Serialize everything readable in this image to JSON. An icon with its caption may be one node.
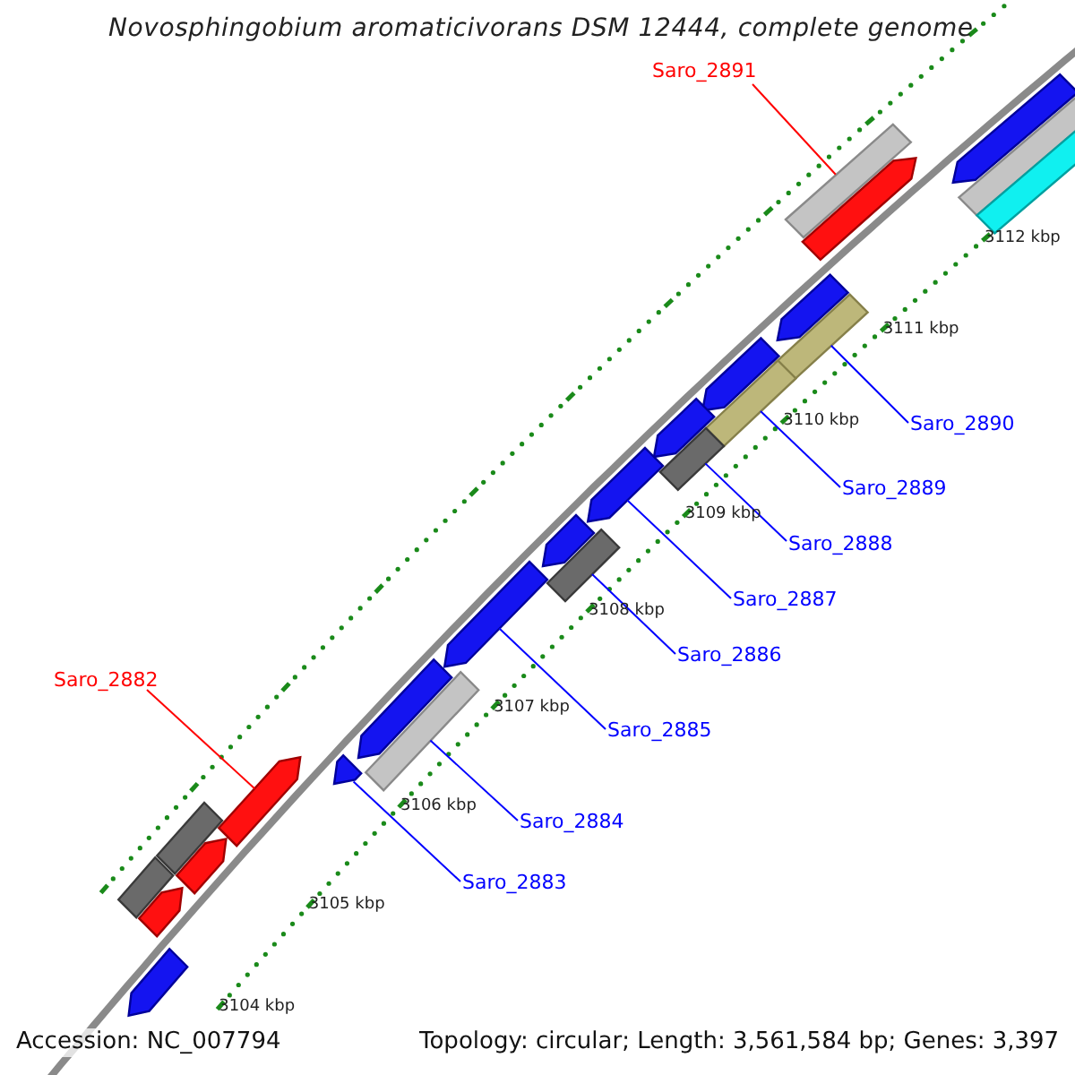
{
  "diagram": {
    "title": "Novosphingobium aromaticivorans DSM 12444, complete genome",
    "nodes": [
      {
        "text": [
          "Saro_2891"
        ]
      },
      {
        "text": [
          "Saro_2890"
        ]
      },
      {
        "text": [
          "Saro_2889"
        ]
      },
      {
        "text": [
          "Saro_2888"
        ]
      },
      {
        "text": [
          "Saro_2887"
        ]
      },
      {
        "text": [
          "Saro_2886"
        ]
      },
      {
        "text": [
          "Saro_2882"
        ]
      },
      {
        "text": [
          "Saro_2885"
        ]
      },
      {
        "text": [
          "Saro_2884"
        ]
      },
      {
        "text": [
          "Saro_2883"
        ]
      },
      {
        "text": [],
        "shape": "arrow"
      },
      {
        "text": [],
        "shape": "bar"
      },
      {
        "text": [],
        "shape": "bar"
      },
      {
        "text": [],
        "shape": "bar"
      },
      {
        "text": [],
        "shape": "arrow"
      },
      {
        "text": [],
        "shape": "arrow"
      },
      {
        "text": [],
        "shape": "bar"
      },
      {
        "text": [],
        "shape": "arrow"
      },
      {
        "text": [],
        "shape": "bar"
      },
      {
        "text": [],
        "shape": "arrow"
      },
      {
        "text": [],
        "shape": "bar"
      },
      {
        "text": [],
        "shape": "arrow"
      },
      {
        "text": [],
        "shape": "arrow"
      },
      {
        "text": [],
        "shape": "bar"
      },
      {
        "text": [],
        "shape": "arrow"
      },
      {
        "text": [],
        "shape": "arrow"
      },
      {
        "text": [],
        "shape": "bar"
      },
      {
        "text": [],
        "shape": "arrow"
      },
      {
        "text": [],
        "shape": "arrow"
      },
      {
        "text": [],
        "shape": "bar"
      },
      {
        "text": [],
        "shape": "arrow"
      },
      {
        "text": [],
        "shape": "bar"
      },
      {
        "text": [],
        "shape": "arrow"
      },
      {
        "text": [],
        "shape": "arrow"
      }
    ],
    "edges": [
      {
        "from": 0,
        "to": 13,
        "arrow": "none",
        "color": "#ff0000"
      },
      {
        "from": 1,
        "to": 16,
        "arrow": "none"
      },
      {
        "from": 2,
        "to": 18,
        "arrow": "none"
      },
      {
        "from": 3,
        "to": 20,
        "arrow": "none"
      },
      {
        "from": 4,
        "to": 21,
        "arrow": "none"
      },
      {
        "from": 5,
        "to": 23,
        "arrow": "none"
      },
      {
        "from": 6,
        "to": 28,
        "arrow": "none",
        "color": "#ff0000"
      },
      {
        "from": 7,
        "to": 24,
        "arrow": "none"
      },
      {
        "from": 8,
        "to": 26,
        "arrow": "none"
      },
      {
        "from": 9,
        "to": 27,
        "arrow": "none"
      }
    ],
    "labels": [
      "3112 kbp",
      "3111 kbp",
      "3110 kbp",
      "3109 kbp",
      "3108 kbp",
      "3107 kbp",
      "3106 kbp",
      "3105 kbp",
      "3104 kbp",
      "Accession: NC_007794",
      "Topology: circular; Length: 3,561,584 bp; Genes: 3,397"
    ]
  }
}
